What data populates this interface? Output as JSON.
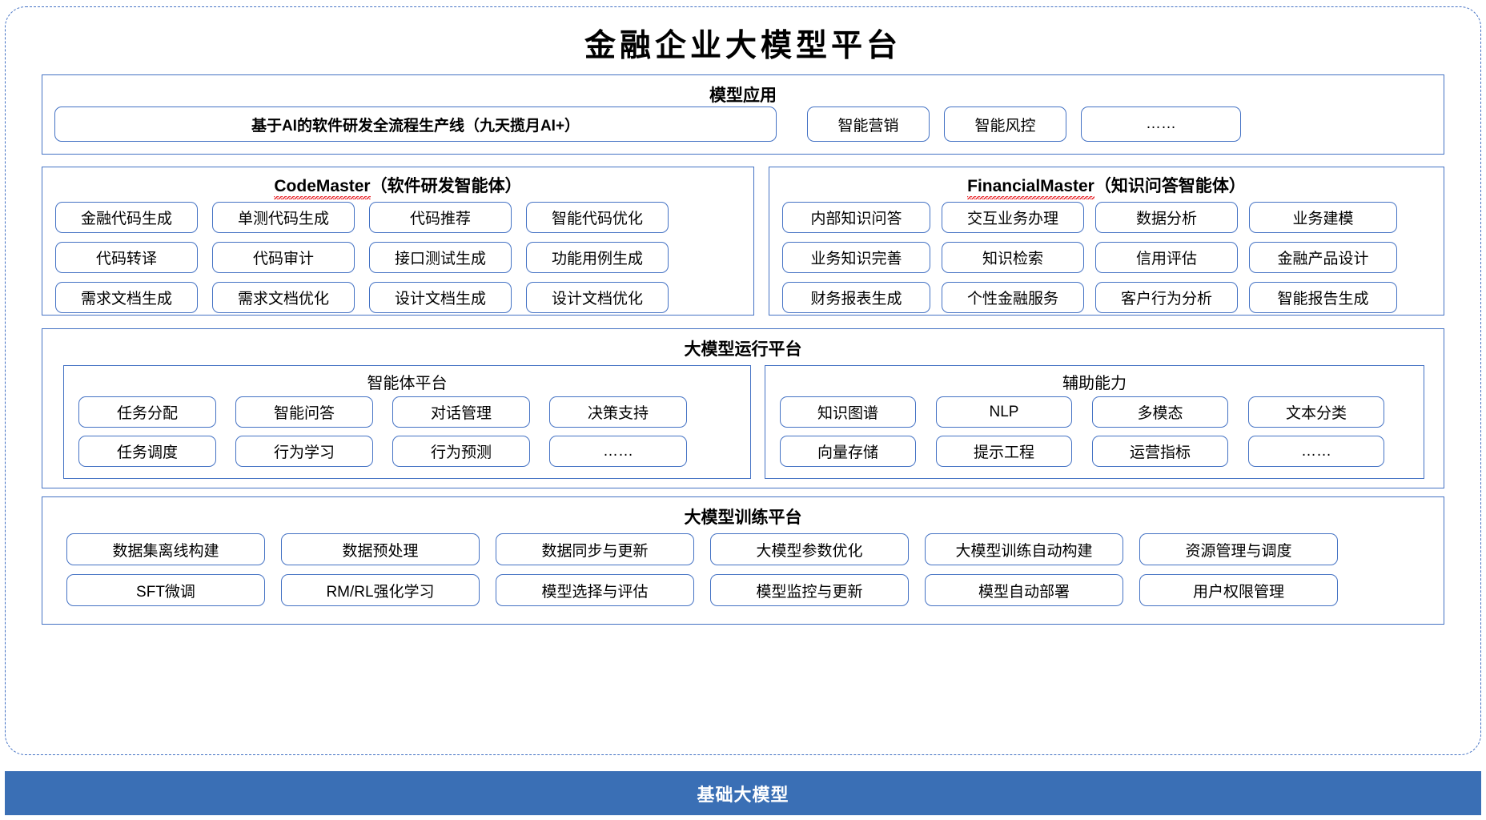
{
  "diagram": {
    "title": "金融企业大模型平台"
  },
  "model_application": {
    "title": "模型应用",
    "main_item": "基于AI的软件研发全流程生产线（九天揽月AI+）",
    "items": [
      "智能营销",
      "智能风控",
      "……"
    ]
  },
  "code_master": {
    "title_en": "CodeMaster",
    "title_cn": "（软件研发智能体）",
    "items": [
      "金融代码生成",
      "单测代码生成",
      "代码推荐",
      "智能代码优化",
      "代码转译",
      "代码审计",
      "接口测试生成",
      "功能用例生成",
      "需求文档生成",
      "需求文档优化",
      "设计文档生成",
      "设计文档优化"
    ]
  },
  "financial_master": {
    "title_en": "FinancialMaster",
    "title_cn": "（知识问答智能体）",
    "items": [
      "内部知识问答",
      "交互业务办理",
      "数据分析",
      "业务建模",
      "业务知识完善",
      "知识检索",
      "信用评估",
      "金融产品设计",
      "财务报表生成",
      "个性金融服务",
      "客户行为分析",
      "智能报告生成"
    ]
  },
  "runtime_platform": {
    "title": "大模型运行平台",
    "agent_platform": {
      "title": "智能体平台",
      "items": [
        "任务分配",
        "智能问答",
        "对话管理",
        "决策支持",
        "任务调度",
        "行为学习",
        "行为预测",
        "……"
      ]
    },
    "auxiliary": {
      "title": "辅助能力",
      "items": [
        "知识图谱",
        "NLP",
        "多模态",
        "文本分类",
        "向量存储",
        "提示工程",
        "运营指标",
        "……"
      ]
    }
  },
  "training_platform": {
    "title": "大模型训练平台",
    "items": [
      "数据集离线构建",
      "数据预处理",
      "数据同步与更新",
      "大模型参数优化",
      "大模型训练自动构建",
      "资源管理与调度",
      "SFT微调",
      "RM/RL强化学习",
      "模型选择与评估",
      "模型监控与更新",
      "模型自动部署",
      "用户权限管理"
    ]
  },
  "foundation": {
    "label": "基础大模型"
  },
  "colors": {
    "accent": "#4472c4",
    "foundation_bar": "#3a6fb5",
    "spellcheck": "#e8252a"
  }
}
